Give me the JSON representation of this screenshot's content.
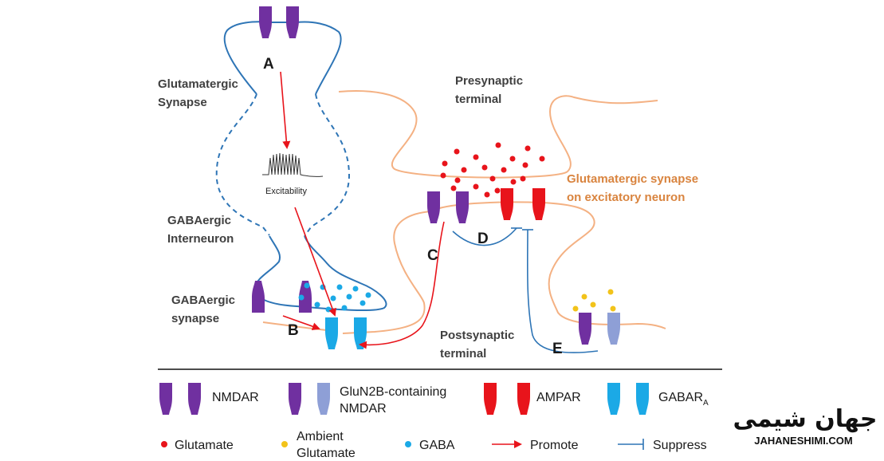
{
  "labels": {
    "glutamatergic_synapse": [
      "Glutamatergic",
      "Synapse"
    ],
    "gabaergic_interneuron": [
      "GABAergic",
      "Interneuron"
    ],
    "gabaergic_synapse": [
      "GABAergic",
      "synapse"
    ],
    "presynaptic_terminal": [
      "Presynaptic",
      "terminal"
    ],
    "postsynaptic_terminal": [
      "Postsynaptic",
      "terminal"
    ],
    "glutamatergic_excitatory": [
      "Glutamatergic synapse",
      "on excitatory neuron"
    ],
    "excitability": "Excitability"
  },
  "pathway_letters": [
    "A",
    "B",
    "C",
    "D",
    "E"
  ],
  "legend": {
    "receptors": [
      {
        "label": "NMDAR"
      },
      {
        "label_lines": [
          "GluN2B-containing",
          "NMDAR"
        ]
      },
      {
        "label": "AMPAR"
      },
      {
        "label": "GABAR",
        "subscript": "A"
      }
    ],
    "items": [
      {
        "label": "Glutamate",
        "color": "#e8141b"
      },
      {
        "label_lines": [
          "Ambient",
          "Glutamate"
        ],
        "color": "#f2c31a"
      },
      {
        "label": "GABA",
        "color": "#1ba9e6"
      },
      {
        "label": "Promote"
      },
      {
        "label": "Suppress"
      }
    ]
  },
  "colors": {
    "nmdar": "#7030a0",
    "glun2b": "#8e9fd6",
    "ampar": "#e8141b",
    "gabar": "#1ba9e6",
    "membrane_blue": "#2e75b6",
    "membrane_orange": "#f4b183",
    "promote": "#e8141b",
    "suppress": "#2e75b6"
  },
  "watermark": {
    "persian": "جهان شیمی",
    "url": "JAHANESHIMI.COM"
  }
}
